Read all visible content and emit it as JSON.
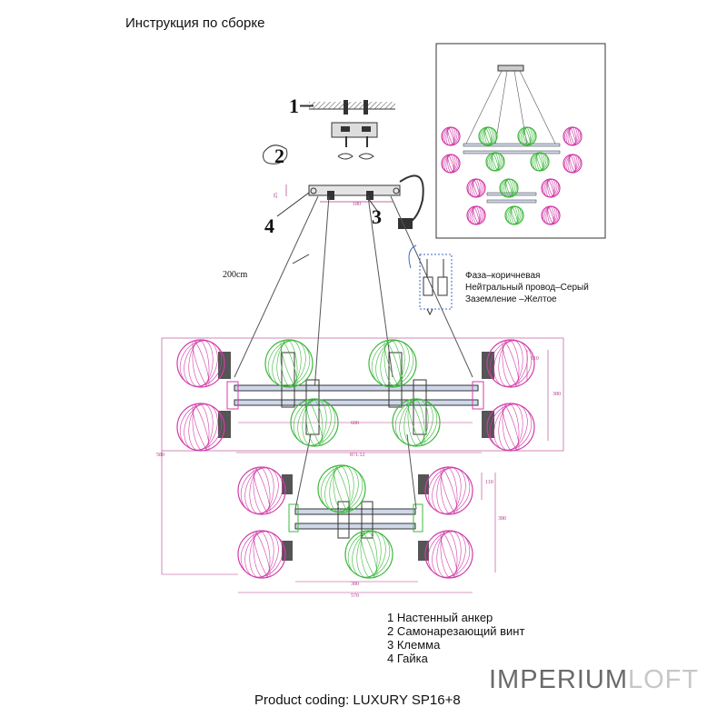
{
  "title": "Инструкция по сборке",
  "parts": {
    "n1": "1",
    "n2": "2",
    "n3": "3",
    "n4": "4"
  },
  "cable_length": "200cm",
  "dim_25": "25",
  "dim_180": "180",
  "wiring": {
    "phase": "Фаза–коричневая",
    "neutral": "Нейтральный провод–Серый",
    "ground": "Заземление –Желтое"
  },
  "dims": {
    "d600": "600",
    "d871": "871.12",
    "d380": "380",
    "d110a": "110",
    "d110b": "110",
    "d580": "580",
    "d380b": "380",
    "d570": "570"
  },
  "legend": [
    "1 Настенный анкер",
    "2 Самонарезающий винт",
    "3 Клемма",
    "4 Гайка"
  ],
  "brand": {
    "part1": "IMPERIUM",
    "part2": "LOFT"
  },
  "coding": "Product coding: LUXURY SP16+8",
  "colors": {
    "pink": "#d23ca8",
    "green": "#3db83d",
    "dim": "#b33a8a"
  }
}
